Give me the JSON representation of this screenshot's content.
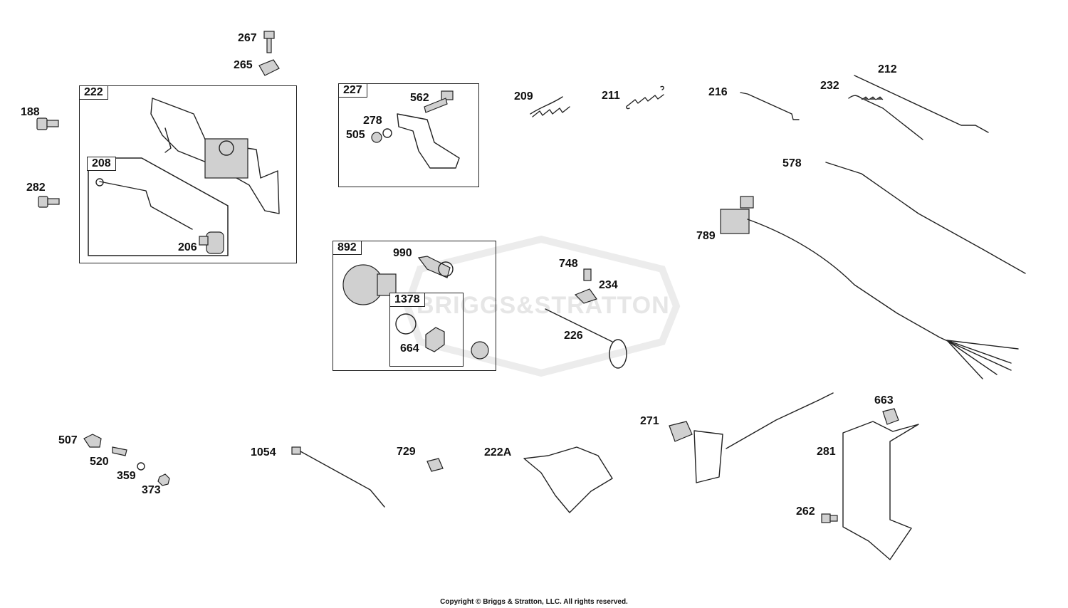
{
  "watermark": "BRIGGS&STRATTON",
  "copyright": "Copyright © Briggs & Stratton, LLC. All rights reserved.",
  "kits": [
    {
      "id": "kit-222",
      "label": "222"
    },
    {
      "id": "kit-208",
      "label": "208"
    },
    {
      "id": "kit-227",
      "label": "227"
    },
    {
      "id": "kit-892",
      "label": "892"
    },
    {
      "id": "kit-1378",
      "label": "1378"
    }
  ],
  "parts": [
    {
      "id": "267",
      "label": "267"
    },
    {
      "id": "265",
      "label": "265"
    },
    {
      "id": "188",
      "label": "188"
    },
    {
      "id": "282",
      "label": "282"
    },
    {
      "id": "206",
      "label": "206"
    },
    {
      "id": "562",
      "label": "562"
    },
    {
      "id": "278",
      "label": "278"
    },
    {
      "id": "505",
      "label": "505"
    },
    {
      "id": "209",
      "label": "209"
    },
    {
      "id": "211",
      "label": "211"
    },
    {
      "id": "216",
      "label": "216"
    },
    {
      "id": "212",
      "label": "212"
    },
    {
      "id": "232",
      "label": "232"
    },
    {
      "id": "578",
      "label": "578"
    },
    {
      "id": "789",
      "label": "789"
    },
    {
      "id": "990",
      "label": "990"
    },
    {
      "id": "664",
      "label": "664"
    },
    {
      "id": "748",
      "label": "748"
    },
    {
      "id": "234",
      "label": "234"
    },
    {
      "id": "226",
      "label": "226"
    },
    {
      "id": "507",
      "label": "507"
    },
    {
      "id": "520",
      "label": "520"
    },
    {
      "id": "359",
      "label": "359"
    },
    {
      "id": "373",
      "label": "373"
    },
    {
      "id": "1054",
      "label": "1054"
    },
    {
      "id": "729",
      "label": "729"
    },
    {
      "id": "222A",
      "label": "222A"
    },
    {
      "id": "271",
      "label": "271"
    },
    {
      "id": "663",
      "label": "663"
    },
    {
      "id": "281",
      "label": "281"
    },
    {
      "id": "262",
      "label": "262"
    }
  ]
}
